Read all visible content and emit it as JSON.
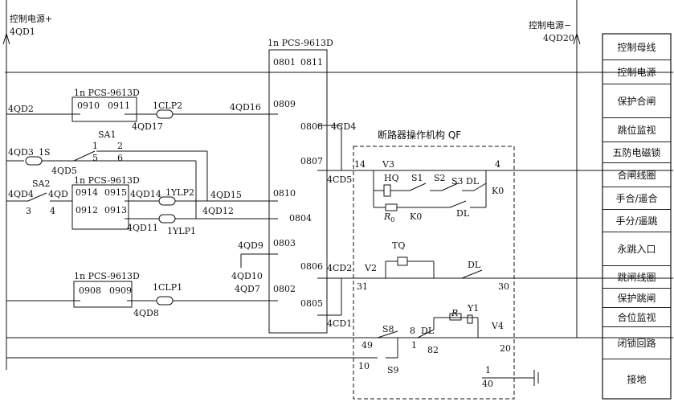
{
  "rails": {
    "left_top": "控制电源+",
    "left_id": "4QD1",
    "right_top": "控制电源−",
    "right_id": "4QD20"
  },
  "main_device": {
    "title": "1n PCS-9613D",
    "pins": [
      "0801",
      "0811",
      "0809",
      "0808",
      "0807",
      "0810",
      "0804",
      "0803",
      "0806",
      "0802",
      "0805"
    ]
  },
  "sub_boxes": [
    {
      "title": "1n PCS-9613D",
      "pins": [
        "0910",
        "0911"
      ]
    },
    {
      "title": "1n PCS-9613D",
      "pins": [
        "0914",
        "0915",
        "0912",
        "0913"
      ]
    },
    {
      "title": "1n PCS-9613D",
      "pins": [
        "0908",
        "0909"
      ]
    }
  ],
  "terminals": {
    "t_4qd2": "4QD2",
    "t_4qd16": "4QD16",
    "t_4qd17": "4QD17",
    "t_1clp2": "1CLP2",
    "t_4qd3": "4QD3",
    "t_1s": "1S",
    "t_4qd5": "4QD5",
    "t_sa1": "SA1",
    "t_sa1_1": "1",
    "t_sa1_2": "2",
    "t_sa1_5": "5",
    "t_sa1_6": "6",
    "t_4qd4": "4QD4",
    "t_sa2": "SA2",
    "t_sa2_3": "3",
    "t_sa2_4": "4",
    "t_4qd": "4QD",
    "t_4qd14": "4QD14",
    "t_1ylp2": "1YLP2",
    "t_4qd15": "4QD15",
    "t_4qd12": "4QD12",
    "t_4qd11": "4QD11",
    "t_1ylp1": "1YLP1",
    "t_4qd9": "4QD9",
    "t_4qd10": "4QD10",
    "t_4qd7": "4QD7",
    "t_4qd8": "4QD8",
    "t_1clp1": "1CLP1",
    "t_4cd4": "4CD4",
    "t_4cd5": "4CD5",
    "t_4cd2": "4CD2",
    "t_4cd1": "4CD1"
  },
  "breaker": {
    "title": "断路器操作机构 QF",
    "labels": {
      "n14": "14",
      "v3": "V3",
      "n4": "4",
      "hq": "HQ",
      "s1": "S1",
      "s2": "S2",
      "s3": "S3",
      "dl1": "DL",
      "k0": "K0",
      "r0": "R",
      "r0_sub": "0",
      "k0b": "K0",
      "dl2": "DL",
      "tq": "TQ",
      "v2": "V2",
      "n31": "31",
      "dl3": "DL",
      "n30": "30",
      "r": "R",
      "y1": "Y1",
      "s8": "S8",
      "n8": "8",
      "n1": "1",
      "dl4": "DL",
      "v4": "V4",
      "n49": "49",
      "n82": "82",
      "n20": "20",
      "n10": "10",
      "s9": "S9",
      "n1b": "1",
      "n40": "40"
    }
  },
  "sidebar": [
    "控制母线",
    "控制电源",
    "保护合闸",
    "跳位监视",
    "五防电磁锁",
    "合闸线圈",
    "手合/遥合",
    "手分/遥跳",
    "永跳入口",
    "跳闸线圈",
    "保护跳闸",
    "合位监视",
    "闭锁回路",
    "接地"
  ]
}
